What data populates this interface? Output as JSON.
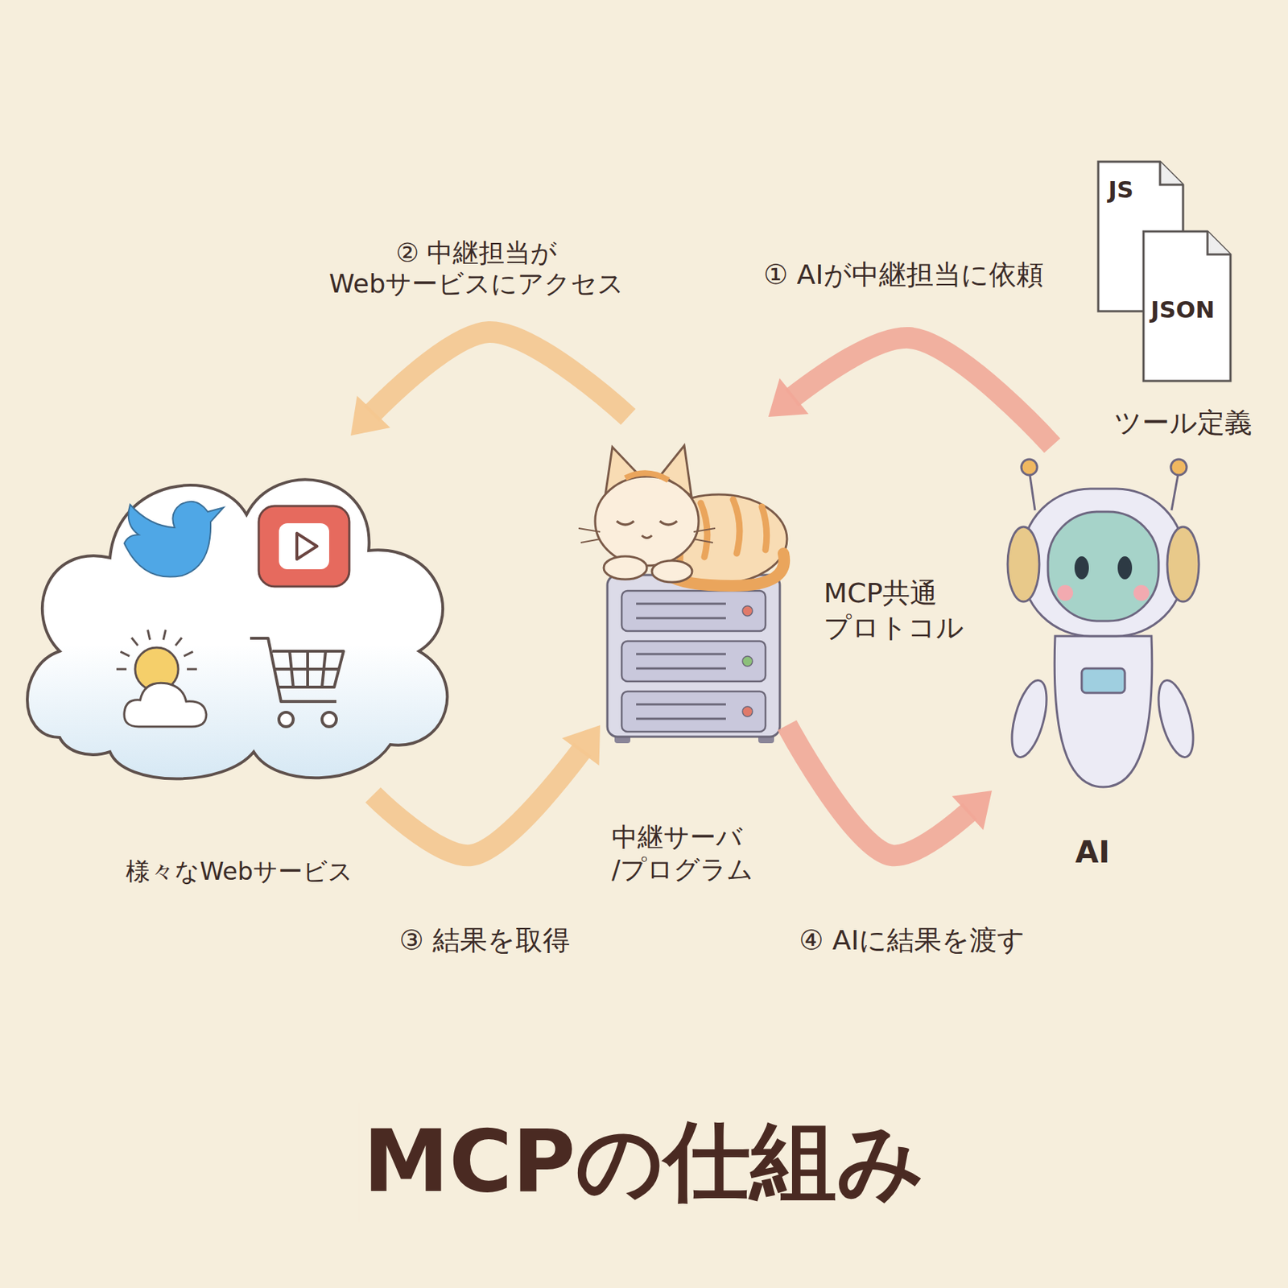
{
  "diagram": {
    "title": "MCPの仕組み",
    "nodes": [
      {
        "text": [
          "JS"
        ]
      },
      {
        "text": [
          "JSON"
        ]
      },
      {
        "text": [
          "様々なWebサービス"
        ]
      },
      {
        "text": [
          "中継サーバ /プログラム"
        ]
      },
      {
        "text": [
          "AI"
        ]
      }
    ],
    "edges": [
      {
        "from": 4,
        "to": 3,
        "arrow": "to",
        "label": "① AIが中継担当に依頼"
      },
      {
        "from": 3,
        "to": 2,
        "arrow": "to",
        "label": "② 中継担当が Webサービスにアクセス"
      },
      {
        "from": 2,
        "to": 3,
        "arrow": "to",
        "label": "③ 結果を取得"
      },
      {
        "from": 3,
        "to": 4,
        "arrow": "to",
        "label": "④ AIに結果を渡す"
      }
    ],
    "labels": [
      "ツール定義",
      "MCP共通 プロトコル"
    ]
  }
}
